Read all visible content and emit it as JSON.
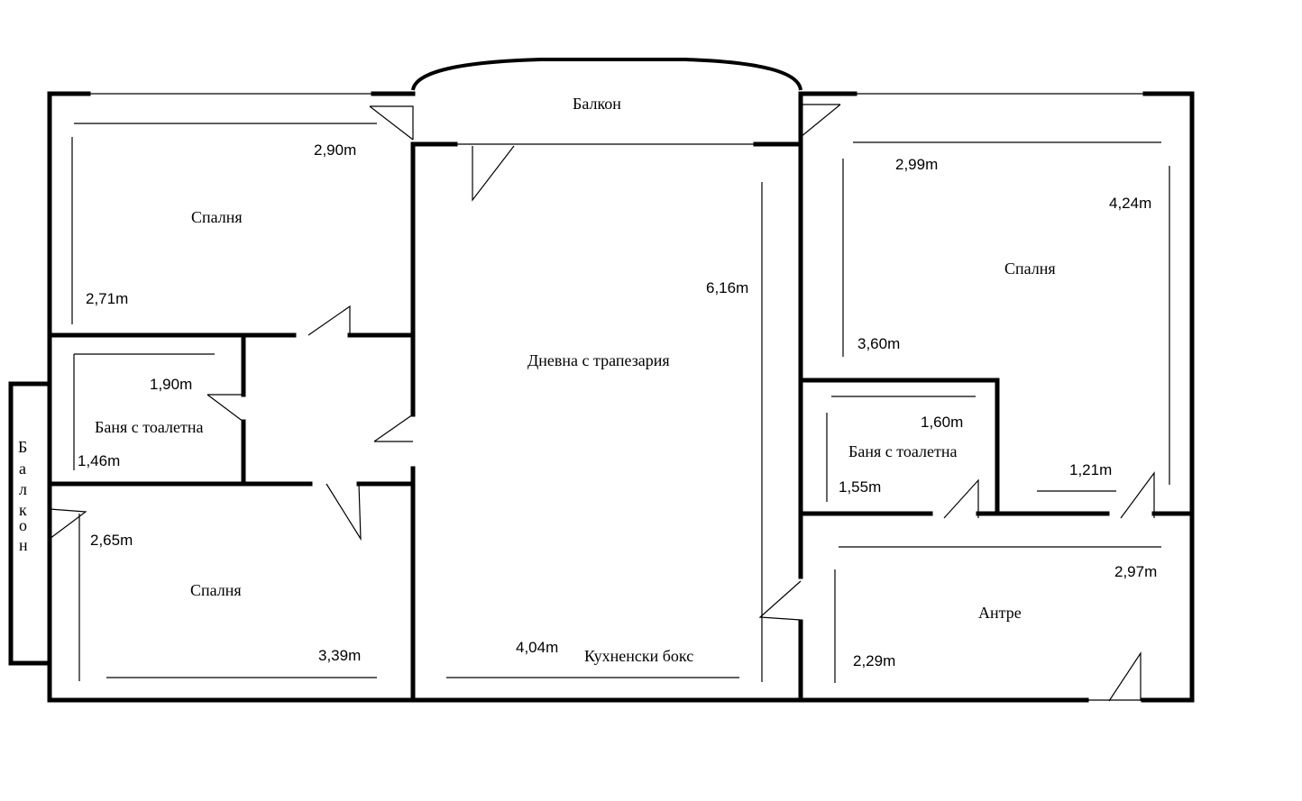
{
  "rooms": {
    "balcony_top": "Балкон",
    "bedroom_top_left": "Спалня",
    "bath_left": "Баня с тоалетна",
    "bedroom_bottom_left": "Спалня",
    "living": "Дневна с трапезария",
    "kitchen": "Кухненски бокс",
    "bedroom_right": "Спалня",
    "bath_right": "Баня с тоалетна",
    "hall": "Антре",
    "balcony_side_letters": [
      "Б",
      "а",
      "л",
      "к",
      "о",
      "н"
    ]
  },
  "dimensions": {
    "bedroom_top_left_width": "2,90m",
    "bedroom_top_left_depth": "2,71m",
    "bath_left_width": "1,90m",
    "bath_left_depth": "1,46m",
    "bedroom_bottom_left_depth": "2,65m",
    "bedroom_bottom_left_width": "3,39m",
    "living_depth": "6,16m",
    "living_width": "4,04m",
    "bedroom_right_width": "2,99m",
    "bedroom_right_depth": "4,24m",
    "bedroom_right_inner": "3,60m",
    "bath_right_width": "1,60m",
    "bath_right_depth": "1,55m",
    "corridor_width": "1,21m",
    "hall_width": "2,97m",
    "hall_depth": "2,29m"
  }
}
